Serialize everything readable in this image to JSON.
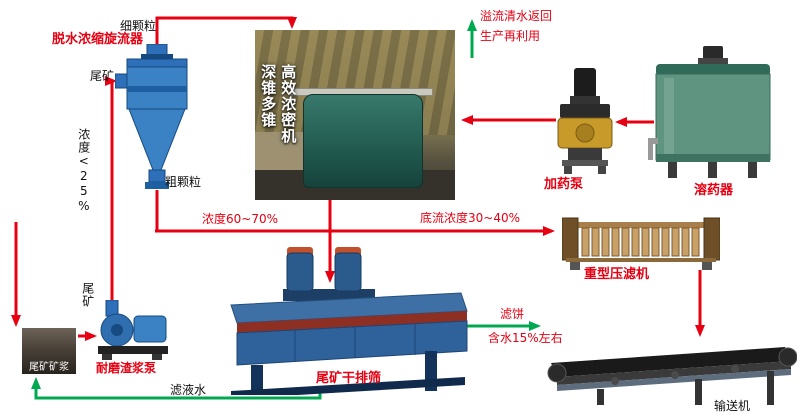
{
  "flow_colors": {
    "red": "#e60012",
    "green": "#00a94f"
  },
  "cyclone": {
    "name": "脱水浓缩旋流器",
    "overflow_label": "细颗粒",
    "underflow_label": "粗颗粒",
    "feed_label": "尾矿",
    "feed_concentration": "浓度<25%"
  },
  "thickener": {
    "name_left": "深锥多锥",
    "name_right": "高效浓密机",
    "overflow_note1": "溢流清水返回",
    "overflow_note2": "生产再利用",
    "underflow_concentration": "底流浓度30~40%"
  },
  "dosing_pump": {
    "name": "加药泵"
  },
  "dissolver": {
    "name": "溶药器"
  },
  "filter_press": {
    "name": "重型压滤机",
    "cake_label": "滤饼",
    "cake_moisture": "含水15%左右"
  },
  "screen": {
    "name": "尾矿干排筛",
    "feed_concentration": "浓度60~70%"
  },
  "slurry_pump": {
    "name": "耐磨渣浆泵",
    "feed_label": "尾矿"
  },
  "slurry_pond": {
    "name": "尾矿矿浆"
  },
  "conveyor": {
    "name": "输送机"
  },
  "water": {
    "filtrate_label": "滤液水"
  }
}
